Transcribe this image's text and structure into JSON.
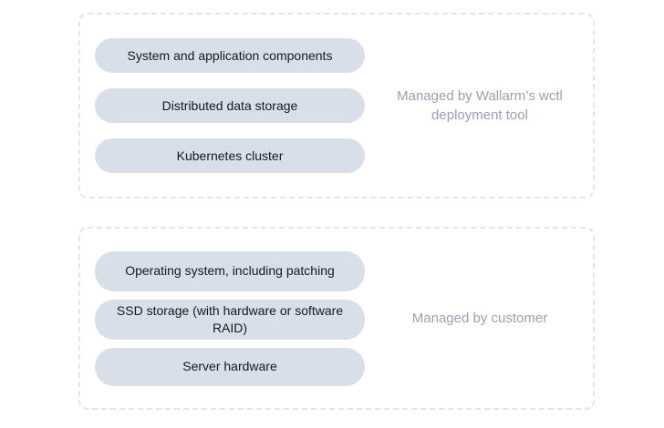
{
  "diagram": {
    "type": "responsibility-split",
    "background_color": "#ffffff",
    "pill_color": "#d9dfe9",
    "pill_text_color": "#16181d",
    "caption_color": "#98a1b2",
    "group_border_color": "#e4e5e7",
    "groups": [
      {
        "id": "managed-by-wallarm",
        "caption": "Managed by Wallarm’s wctl deployment tool",
        "items": [
          {
            "label": "System and application components"
          },
          {
            "label": "Distributed data storage"
          },
          {
            "label": "Kubernetes cluster"
          }
        ]
      },
      {
        "id": "managed-by-customer",
        "caption": "Managed by customer",
        "items": [
          {
            "label": "Operating system, including patching"
          },
          {
            "label": "SSD storage (with hardware or software RAID)"
          },
          {
            "label": "Server hardware"
          }
        ]
      }
    ]
  }
}
